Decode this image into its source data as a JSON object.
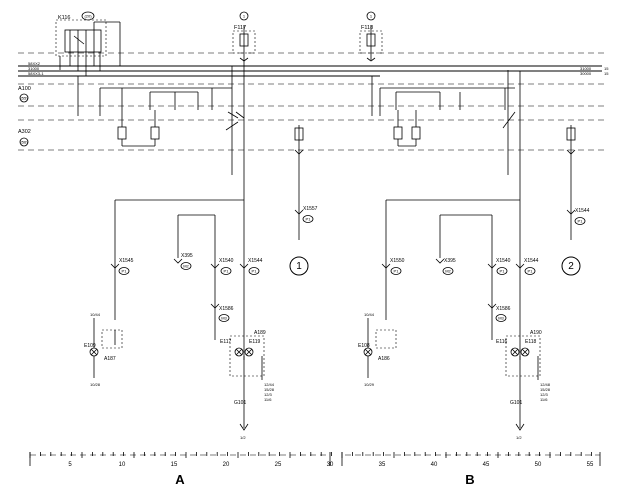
{
  "diagram": {
    "top": {
      "k116": "K116",
      "k116_badge": "(20)",
      "f117": "F117",
      "f117_badge": "1",
      "f118": "F118",
      "f118_badge": "1",
      "bus_left": [
        "58XX2",
        "31000",
        "58XX3-1"
      ],
      "bus_right": [
        "31000",
        "30000"
      ],
      "bus_end": [
        "15",
        "15"
      ],
      "a100": "A100",
      "a100_badge": "(55)",
      "a302": "A302",
      "a302_badge": "(56)"
    },
    "left": {
      "x1545": "X1545",
      "x1545_badge": "P1",
      "x395": "X395",
      "x395_badge": "M2",
      "x1540": "X1540",
      "x1540_badge": "P1",
      "x1544": "X1544",
      "x1544_badge": "P1",
      "x1586": "X1586",
      "x1586_badge": "M3",
      "x1557": "X1557",
      "x1557_badge": "P1",
      "ref": "1",
      "e109": "E109",
      "a187": "A187",
      "a189": "A189",
      "e117": "E117",
      "e119": "E119",
      "g101": "G101",
      "bottom_ref": "1/2",
      "side_top": "10/44",
      "side_bottom": "10/28",
      "ref_list": [
        "12/44",
        "15/28",
        "12/3",
        "11/6"
      ]
    },
    "right": {
      "x1550": "X1550",
      "x1550_badge": "P1",
      "x395": "X395",
      "x395_badge": "M2",
      "x1540": "X1540",
      "x1540_badge": "P1",
      "x1544": "X1544",
      "x1544_badge": "P1",
      "x1586": "X1586",
      "x1586_badge": "M3",
      "x1544b": "X1544",
      "x1544b_badge": "P1",
      "ref": "2",
      "e108": "E108",
      "a186": "A186",
      "a190": "A190",
      "e116": "E116",
      "e118": "E118",
      "g101": "G101",
      "bottom_ref": "1/2",
      "side_top": "10/44",
      "side_bottom": "10/29",
      "ref_list": [
        "12/48",
        "15/28",
        "12/3",
        "11/6"
      ]
    },
    "scale": {
      "numbers": [
        "5",
        "10",
        "15",
        "20",
        "25",
        "30",
        "35",
        "40",
        "45",
        "50",
        "55"
      ],
      "section_a": "A",
      "section_b": "B"
    }
  }
}
